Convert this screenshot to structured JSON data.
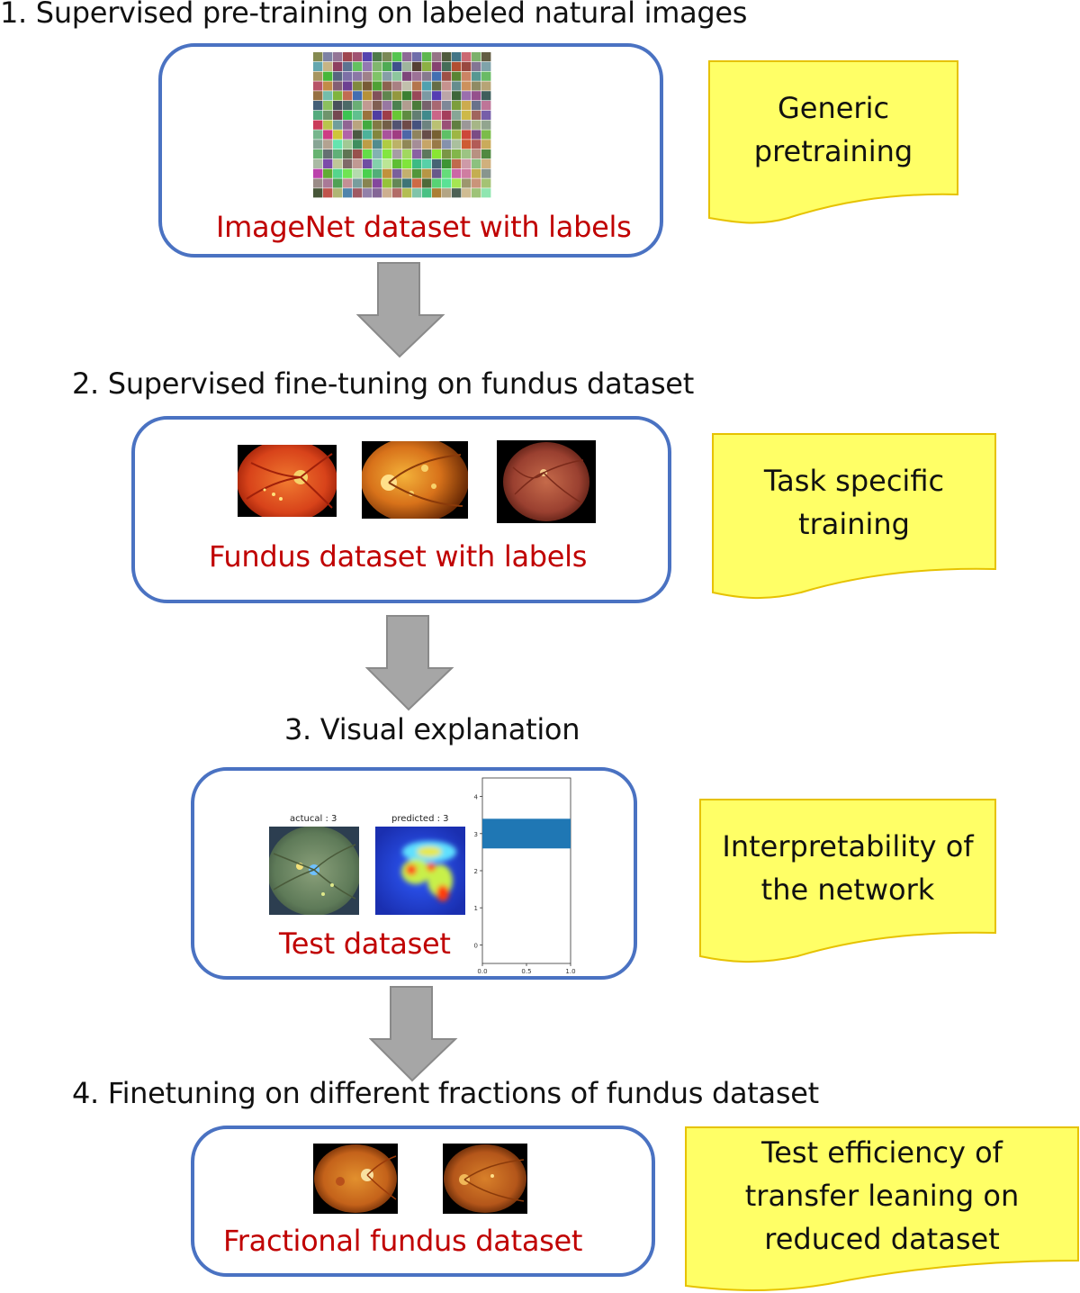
{
  "steps": [
    {
      "heading": "1. Supervised pre-training on labeled natural images",
      "caption": "ImageNet dataset with labels",
      "note": [
        "Generic",
        "pretraining"
      ]
    },
    {
      "heading": "2. Supervised fine-tuning on fundus dataset",
      "caption": "Fundus dataset with labels",
      "note": [
        "Task specific",
        "training"
      ]
    },
    {
      "heading": "3. Visual explanation",
      "caption": "Test dataset",
      "note": [
        "Interpretability of",
        "the network"
      ]
    },
    {
      "heading": "4. Finetuning on different fractions of fundus dataset",
      "caption": "Fractional fundus dataset",
      "note": [
        "Test efficiency of",
        "transfer leaning on",
        "reduced dataset"
      ]
    }
  ],
  "explanation": {
    "actual_title": "actucal : 3",
    "predicted_title": "predicted : 3"
  },
  "chart_data": {
    "type": "bar",
    "orientation": "horizontal",
    "categories": [
      "0",
      "1",
      "2",
      "3",
      "4"
    ],
    "values": [
      0,
      0,
      0,
      1.0,
      0
    ],
    "yticks": [
      "0",
      "1",
      "2",
      "3",
      "4"
    ],
    "xticks": [
      "0.0",
      "0.5",
      "1.0"
    ],
    "xlim": [
      0,
      1.0
    ],
    "ylim": [
      -0.5,
      4.5
    ],
    "color": "#1f77b4"
  },
  "colors": {
    "panel_border": "#4a72c2",
    "caption": "#c00000",
    "note_fill": "#ffff66",
    "note_border": "#e6c200",
    "arrow": "#a6a6a6"
  }
}
